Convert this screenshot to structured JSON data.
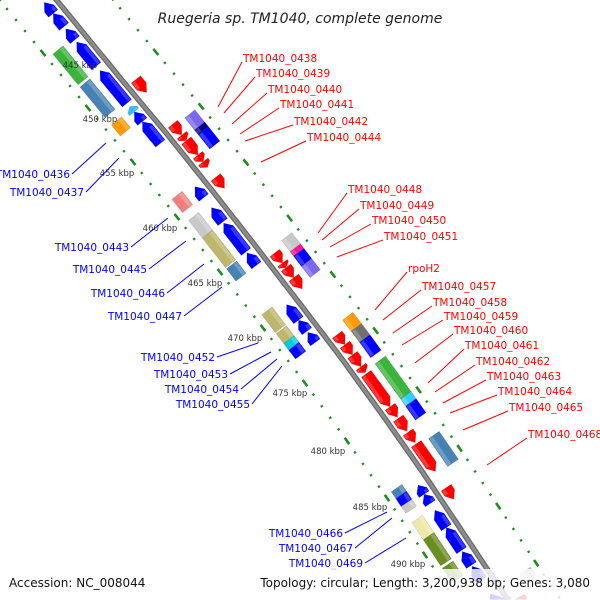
{
  "title": "Ruegeria sp. TM1040, complete genome",
  "footer": {
    "accession": "Accession: NC_008044",
    "summary": "Topology: circular; Length: 3,200,938 bp; Genes: 3,080"
  },
  "colors": {
    "backbone": "#8c8c8c",
    "tick_track": "#1e8c1e",
    "forward_label": "#ff0000",
    "reverse_label": "#0000ff",
    "forward_gene": "#ff0000",
    "reverse_gene": "#0000ff"
  },
  "ticks": [
    "445 kbp",
    "450 kbp",
    "455 kbp",
    "460 kbp",
    "465 kbp",
    "470 kbp",
    "475 kbp",
    "480 kbp",
    "485 kbp",
    "490 kbp"
  ],
  "forward_labels": [
    "TM1040_0438",
    "TM1040_0439",
    "TM1040_0440",
    "TM1040_0441",
    "TM1040_0442",
    "TM1040_0444",
    "TM1040_0448",
    "TM1040_0449",
    "TM1040_0450",
    "TM1040_0451",
    "rpoH2",
    "TM1040_0457",
    "TM1040_0458",
    "TM1040_0459",
    "TM1040_0460",
    "TM1040_0461",
    "TM1040_0462",
    "TM1040_0463",
    "TM1040_0464",
    "TM1040_0465",
    "TM1040_0468"
  ],
  "reverse_labels": [
    "TM1040_0436",
    "TM1040_0437",
    "TM1040_0443",
    "TM1040_0445",
    "TM1040_0446",
    "TM1040_0447",
    "TM1040_0452",
    "TM1040_0453",
    "TM1040_0454",
    "TM1040_0455",
    "TM1040_0466",
    "TM1040_0467",
    "TM1040_0469"
  ],
  "features": [
    {
      "start": 442.3,
      "end": 443.3,
      "strand": "-",
      "kind": "gene",
      "color": "#0000ff"
    },
    {
      "start": 443.3,
      "end": 444.5,
      "strand": "-",
      "kind": "gene",
      "color": "#0000ff"
    },
    {
      "start": 444.7,
      "end": 445.7,
      "strand": "-",
      "kind": "gene",
      "color": "#0000ff"
    },
    {
      "start": 445.9,
      "end": 448.1,
      "strand": "-",
      "kind": "gene",
      "color": "#0000ff"
    },
    {
      "start": 448.5,
      "end": 451.5,
      "strand": "-",
      "kind": "gene",
      "color": "#0000ff"
    },
    {
      "start": 451.8,
      "end": 452.3,
      "strand": "-",
      "kind": "gene",
      "color": "#33bbff"
    },
    {
      "start": 452.3,
      "end": 453.2,
      "strand": "-",
      "kind": "gene",
      "color": "#0000ff"
    },
    {
      "start": 453.2,
      "end": 455.2,
      "strand": "-",
      "kind": "gene",
      "color": "#0000ff"
    },
    {
      "start": 459.1,
      "end": 460.1,
      "strand": "-",
      "kind": "gene",
      "color": "#0000ff"
    },
    {
      "start": 461.0,
      "end": 462.3,
      "strand": "-",
      "kind": "gene",
      "color": "#0000ff"
    },
    {
      "start": 462.4,
      "end": 465.0,
      "strand": "-",
      "kind": "gene",
      "color": "#0000ff"
    },
    {
      "start": 465.1,
      "end": 466.2,
      "strand": "-",
      "kind": "gene",
      "color": "#0000ff"
    },
    {
      "start": 469.7,
      "end": 471.1,
      "strand": "-",
      "kind": "gene",
      "color": "#0000ff"
    },
    {
      "start": 471.1,
      "end": 472.1,
      "strand": "-",
      "kind": "gene",
      "color": "#0000ff"
    },
    {
      "start": 472.2,
      "end": 473.1,
      "strand": "-",
      "kind": "gene",
      "color": "#0000ff"
    },
    {
      "start": 485.5,
      "end": 486.3,
      "strand": "-",
      "kind": "gene",
      "color": "#0000ff"
    },
    {
      "start": 486.3,
      "end": 487.1,
      "strand": "-",
      "kind": "gene",
      "color": "#0000ff"
    },
    {
      "start": 487.7,
      "end": 489.2,
      "strand": "-",
      "kind": "gene",
      "color": "#0000ff"
    },
    {
      "start": 489.2,
      "end": 491.2,
      "strand": "-",
      "kind": "gene",
      "color": "#0000ff"
    },
    {
      "start": 491.3,
      "end": 492.5,
      "strand": "-",
      "kind": "gene",
      "color": "#0000ff"
    },
    {
      "start": 492.6,
      "end": 493.8,
      "strand": "-",
      "kind": "gene",
      "color": "#0000ff"
    },
    {
      "start": 495.0,
      "end": 496.5,
      "strand": "-",
      "kind": "gene",
      "color": "#0000ff"
    },
    {
      "start": 445.5,
      "end": 448.3,
      "strand": "-",
      "kind": "cog",
      "color": "#3cb43c"
    },
    {
      "start": 448.5,
      "end": 451.3,
      "strand": "-",
      "kind": "cog",
      "color": "#4682b4"
    },
    {
      "start": 452.0,
      "end": 453.0,
      "strand": "-",
      "kind": "cog",
      "color": "#ff9900"
    },
    {
      "start": 458.8,
      "end": 460.0,
      "strand": "-",
      "kind": "cog",
      "color": "#f08080"
    },
    {
      "start": 460.7,
      "end": 462.3,
      "strand": "-",
      "kind": "cog",
      "color": "#c8c8c8"
    },
    {
      "start": 462.3,
      "end": 465.0,
      "strand": "-",
      "kind": "cog",
      "color": "#bdb76b"
    },
    {
      "start": 465.1,
      "end": 466.2,
      "strand": "-",
      "kind": "cog",
      "color": "#4682b4"
    },
    {
      "start": 469.2,
      "end": 470.8,
      "strand": "-",
      "kind": "cog",
      "color": "#bdb76b"
    },
    {
      "start": 470.9,
      "end": 471.8,
      "strand": "-",
      "kind": "cog",
      "color": "#bdb76b"
    },
    {
      "start": 471.8,
      "end": 472.4,
      "strand": "-",
      "kind": "cog",
      "color": "#00ccdd"
    },
    {
      "start": 472.4,
      "end": 473.2,
      "strand": "-",
      "kind": "cog",
      "color": "#0000ff"
    },
    {
      "start": 484.8,
      "end": 485.4,
      "strand": "-",
      "kind": "cog",
      "color": "#4682b4"
    },
    {
      "start": 485.4,
      "end": 486.1,
      "strand": "-",
      "kind": "cog",
      "color": "#0000ff"
    },
    {
      "start": 486.1,
      "end": 486.7,
      "strand": "-",
      "kind": "cog",
      "color": "#c8c8c8"
    },
    {
      "start": 487.5,
      "end": 489.0,
      "strand": "-",
      "kind": "cog",
      "color": "#eee8aa"
    },
    {
      "start": 489.0,
      "end": 491.3,
      "strand": "-",
      "kind": "cog",
      "color": "#6b8e23"
    },
    {
      "start": 491.5,
      "end": 492.8,
      "strand": "-",
      "kind": "cog",
      "color": "#6b8e23"
    },
    {
      "start": 450.6,
      "end": 451.8,
      "strand": "+",
      "kind": "gene",
      "color": "#ff0000"
    },
    {
      "start": 454.7,
      "end": 455.7,
      "strand": "+",
      "kind": "gene",
      "color": "#ff0000"
    },
    {
      "start": 455.7,
      "end": 456.2,
      "strand": "+",
      "kind": "gene",
      "color": "#ff0000"
    },
    {
      "start": 456.2,
      "end": 457.5,
      "strand": "+",
      "kind": "gene",
      "color": "#ff0000"
    },
    {
      "start": 457.5,
      "end": 458.1,
      "strand": "+",
      "kind": "gene",
      "color": "#ff0000"
    },
    {
      "start": 458.1,
      "end": 458.6,
      "strand": "+",
      "kind": "gene",
      "color": "#ff0000"
    },
    {
      "start": 459.5,
      "end": 460.5,
      "strand": "+",
      "kind": "gene",
      "color": "#ff0000"
    },
    {
      "start": 466.3,
      "end": 467.2,
      "strand": "+",
      "kind": "gene",
      "color": "#ff0000"
    },
    {
      "start": 467.2,
      "end": 467.6,
      "strand": "+",
      "kind": "gene",
      "color": "#ff0000"
    },
    {
      "start": 467.6,
      "end": 468.5,
      "strand": "+",
      "kind": "gene",
      "color": "#ff0000"
    },
    {
      "start": 468.5,
      "end": 469.5,
      "strand": "+",
      "kind": "gene",
      "color": "#ff0000"
    },
    {
      "start": 473.6,
      "end": 474.5,
      "strand": "+",
      "kind": "gene",
      "color": "#ff0000"
    },
    {
      "start": 474.5,
      "end": 475.4,
      "strand": "+",
      "kind": "gene",
      "color": "#ff0000"
    },
    {
      "start": 475.4,
      "end": 476.4,
      "strand": "+",
      "kind": "gene",
      "color": "#ff0000"
    },
    {
      "start": 476.4,
      "end": 476.9,
      "strand": "+",
      "kind": "gene",
      "color": "#ff0000"
    },
    {
      "start": 477.0,
      "end": 479.8,
      "strand": "+",
      "kind": "gene",
      "color": "#ff0000"
    },
    {
      "start": 479.8,
      "end": 480.7,
      "strand": "+",
      "kind": "gene",
      "color": "#ff0000"
    },
    {
      "start": 480.8,
      "end": 481.9,
      "strand": "+",
      "kind": "gene",
      "color": "#ff0000"
    },
    {
      "start": 482.0,
      "end": 482.9,
      "strand": "+",
      "kind": "gene",
      "color": "#ff0000"
    },
    {
      "start": 483.0,
      "end": 485.4,
      "strand": "+",
      "kind": "gene",
      "color": "#ff0000"
    },
    {
      "start": 486.8,
      "end": 487.8,
      "strand": "+",
      "kind": "gene",
      "color": "#ff0000"
    },
    {
      "start": 496.4,
      "end": 497.3,
      "strand": "+",
      "kind": "gene",
      "color": "#ff0000"
    },
    {
      "start": 454.9,
      "end": 456.0,
      "strand": "+",
      "kind": "cog",
      "color": "#7b68ee"
    },
    {
      "start": 456.0,
      "end": 456.4,
      "strand": "+",
      "kind": "cog",
      "color": "#000080"
    },
    {
      "start": 456.4,
      "end": 457.7,
      "strand": "+",
      "kind": "cog",
      "color": "#0000ff"
    },
    {
      "start": 465.9,
      "end": 466.9,
      "strand": "+",
      "kind": "cog",
      "color": "#c8c8c8"
    },
    {
      "start": 466.9,
      "end": 467.3,
      "strand": "+",
      "kind": "cog",
      "color": "#ff1493"
    },
    {
      "start": 467.3,
      "end": 468.2,
      "strand": "+",
      "kind": "cog",
      "color": "#0000ff"
    },
    {
      "start": 468.2,
      "end": 469.2,
      "strand": "+",
      "kind": "cog",
      "color": "#7b68ee"
    },
    {
      "start": 473.0,
      "end": 474.0,
      "strand": "+",
      "kind": "cog",
      "color": "#ff9900"
    },
    {
      "start": 474.0,
      "end": 475.0,
      "strand": "+",
      "kind": "cog",
      "color": "#707070"
    },
    {
      "start": 475.0,
      "end": 476.3,
      "strand": "+",
      "kind": "cog",
      "color": "#0000ff"
    },
    {
      "start": 476.8,
      "end": 479.8,
      "strand": "+",
      "kind": "cog",
      "color": "#3cb43c"
    },
    {
      "start": 479.8,
      "end": 480.4,
      "strand": "+",
      "kind": "cog",
      "color": "#33ccff"
    },
    {
      "start": 480.4,
      "end": 481.6,
      "strand": "+",
      "kind": "cog",
      "color": "#0000ff"
    },
    {
      "start": 483.2,
      "end": 485.6,
      "strand": "+",
      "kind": "cog",
      "color": "#4682b4"
    },
    {
      "start": 495.0,
      "end": 495.8,
      "strand": "+",
      "kind": "cog",
      "color": "#c0c0c0"
    }
  ]
}
